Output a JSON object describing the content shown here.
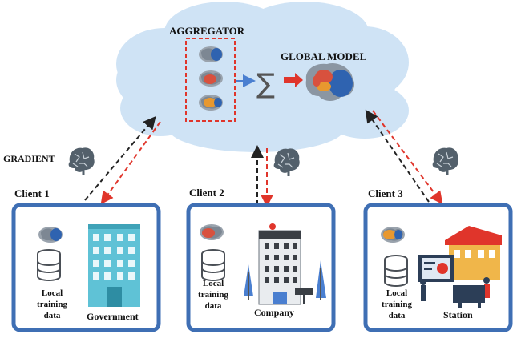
{
  "labels": {
    "aggregator": "AGGREGATOR",
    "global_model": "GLOBAL MODEL",
    "gradient": "GRADIENT",
    "sum_symbol": "∑"
  },
  "clients": [
    {
      "name": "Client 1",
      "data_label_lines": [
        "Local",
        "training",
        "data"
      ],
      "org": "Government"
    },
    {
      "name": "Client 2",
      "data_label_lines": [
        "Local",
        "training",
        "data"
      ],
      "org": "Company"
    },
    {
      "name": "Client 3",
      "data_label_lines": [
        "Local",
        "training",
        "data"
      ],
      "org": "Station"
    }
  ],
  "colors": {
    "cloud": "#cfe3f5",
    "client_border": "#3f6fb4",
    "arrow_red": "#e0352b",
    "arrow_black": "#222222",
    "brain": "#53606b",
    "sum_arrow_blue": "#4a7fd0"
  }
}
